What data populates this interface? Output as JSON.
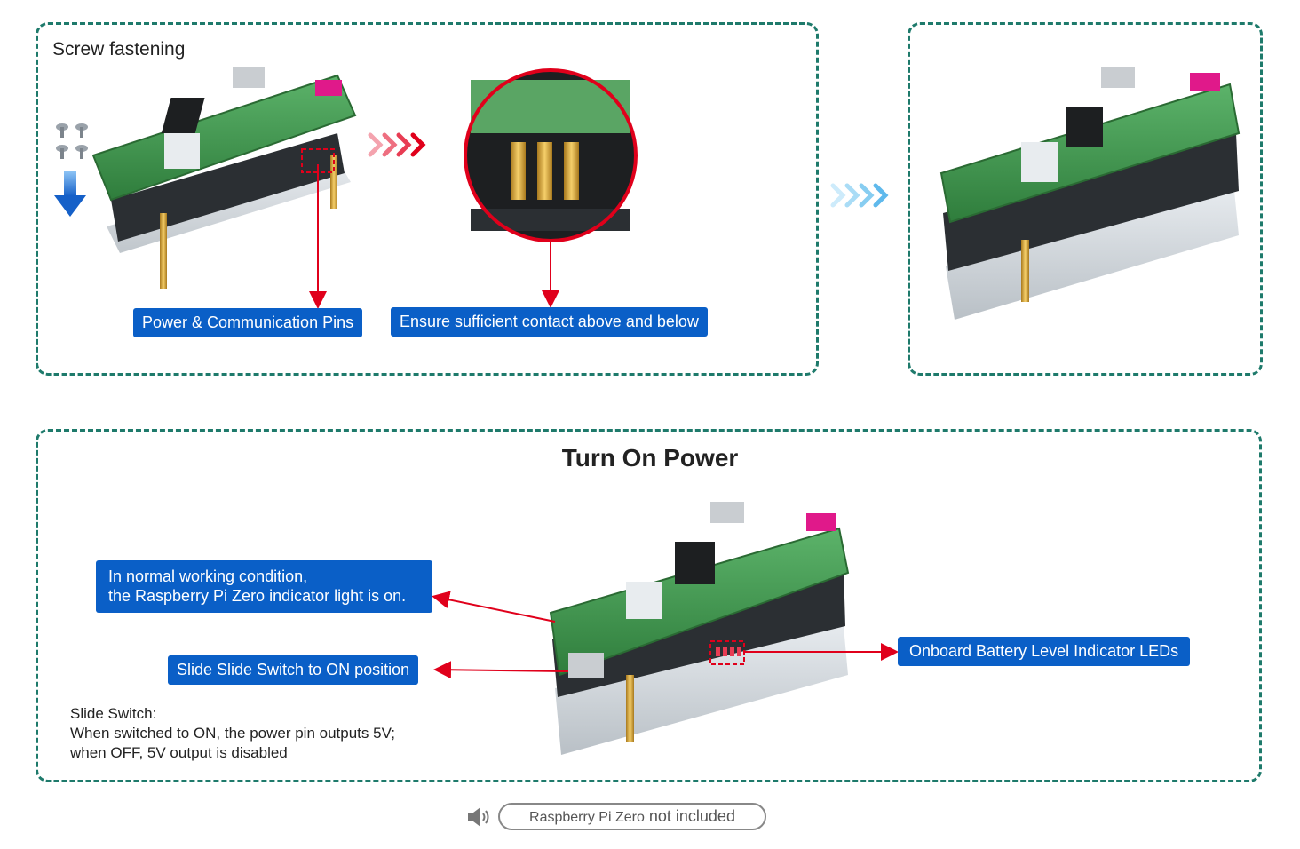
{
  "screw_section": {
    "title": "Screw fastening",
    "callout_pins": "Power & Communication Pins",
    "callout_contact": "Ensure sufficient contact above and below"
  },
  "power_section": {
    "title": "Turn On Power",
    "callout_normal_line1": "In normal working condition,",
    "callout_normal_line2": "the Raspberry Pi Zero indicator light is on.",
    "callout_slide": "Slide Slide Switch to ON position",
    "callout_battery": "Onboard Battery Level Indicator LEDs",
    "note_line1": "Slide Switch:",
    "note_line2": "When switched to ON, the power pin outputs 5V;",
    "note_line3": "when OFF, 5V output is disabled"
  },
  "footer": {
    "product": "Raspberry Pi Zero",
    "status": "not included"
  },
  "colors": {
    "dash_border": "#1e7a6b",
    "callout_bg": "#0a5fc7",
    "arrow_red": "#e0001b",
    "arrow_blue": "#1e73d8",
    "arrow_light_blue": "#7cc7f0",
    "pcb_green": "#3f9a4d"
  },
  "icons": [
    "screw-icon",
    "down-arrow-icon",
    "chevron-arrows-red-icon",
    "chevron-arrows-blue-icon",
    "speaker-icon"
  ]
}
